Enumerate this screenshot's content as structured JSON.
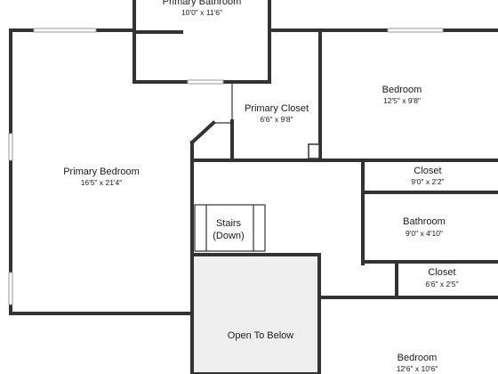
{
  "rooms": {
    "primary_bathroom": {
      "name": "Primary Bathroom",
      "dims": "10'0\" x 11'6\""
    },
    "primary_closet": {
      "name": "Primary Closet",
      "dims": "6'6\" x 9'8\""
    },
    "bedroom_1": {
      "name": "Bedroom",
      "dims": "12'5\" x 9'8\""
    },
    "primary_bedroom": {
      "name": "Primary Bedroom",
      "dims": "16'5\" x 21'4\""
    },
    "closet_1": {
      "name": "Closet",
      "dims": "9'0\" x 2'2\""
    },
    "bathroom": {
      "name": "Bathroom",
      "dims": "9'0\" x 4'10\""
    },
    "stairs": {
      "name_line1": "Stairs",
      "name_line2": "(Down)"
    },
    "closet_2": {
      "name": "Closet",
      "dims": "6'6\" x 2'5\""
    },
    "open_to_below": {
      "name": "Open To Below"
    },
    "bedroom_2": {
      "name": "Bedroom",
      "dims": "12'6\" x 10'6\""
    }
  },
  "colors": {
    "wall": "#333333",
    "floor": "#ffffff",
    "open_to_below_fill": "#efefef"
  }
}
